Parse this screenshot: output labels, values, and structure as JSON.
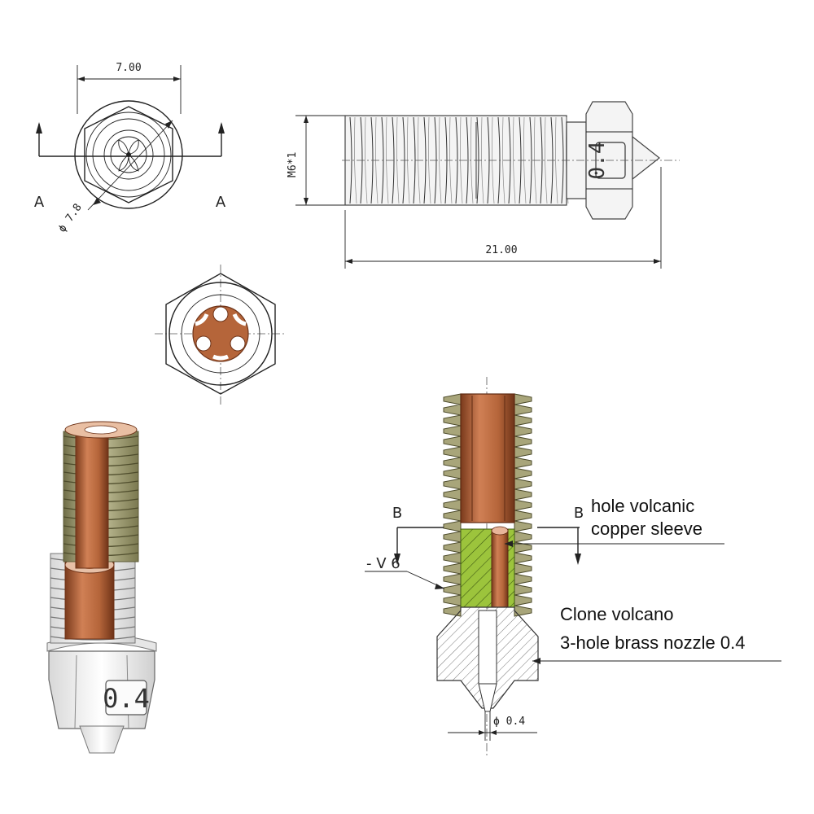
{
  "dimensions": {
    "hex_width": "7.00",
    "diameter": "ϕ 7.8",
    "thread": "M6*1",
    "length": "21.00",
    "orifice": "ϕ 0.4"
  },
  "section_marks": {
    "a": "A",
    "b": "B",
    "v": "- V 6"
  },
  "nozzle_stamp": "0.4",
  "callouts": {
    "sleeve_line1": "hole volcanic",
    "sleeve_line2": "copper sleeve",
    "nozzle_line1": "Clone volcano",
    "nozzle_line2": "3-hole brass nozzle 0.4"
  },
  "colors": {
    "copper": "#b5653a",
    "copper_dark": "#7a3a1c",
    "brass_thread": "#a8a57a",
    "green_section": "#9cc43c"
  }
}
